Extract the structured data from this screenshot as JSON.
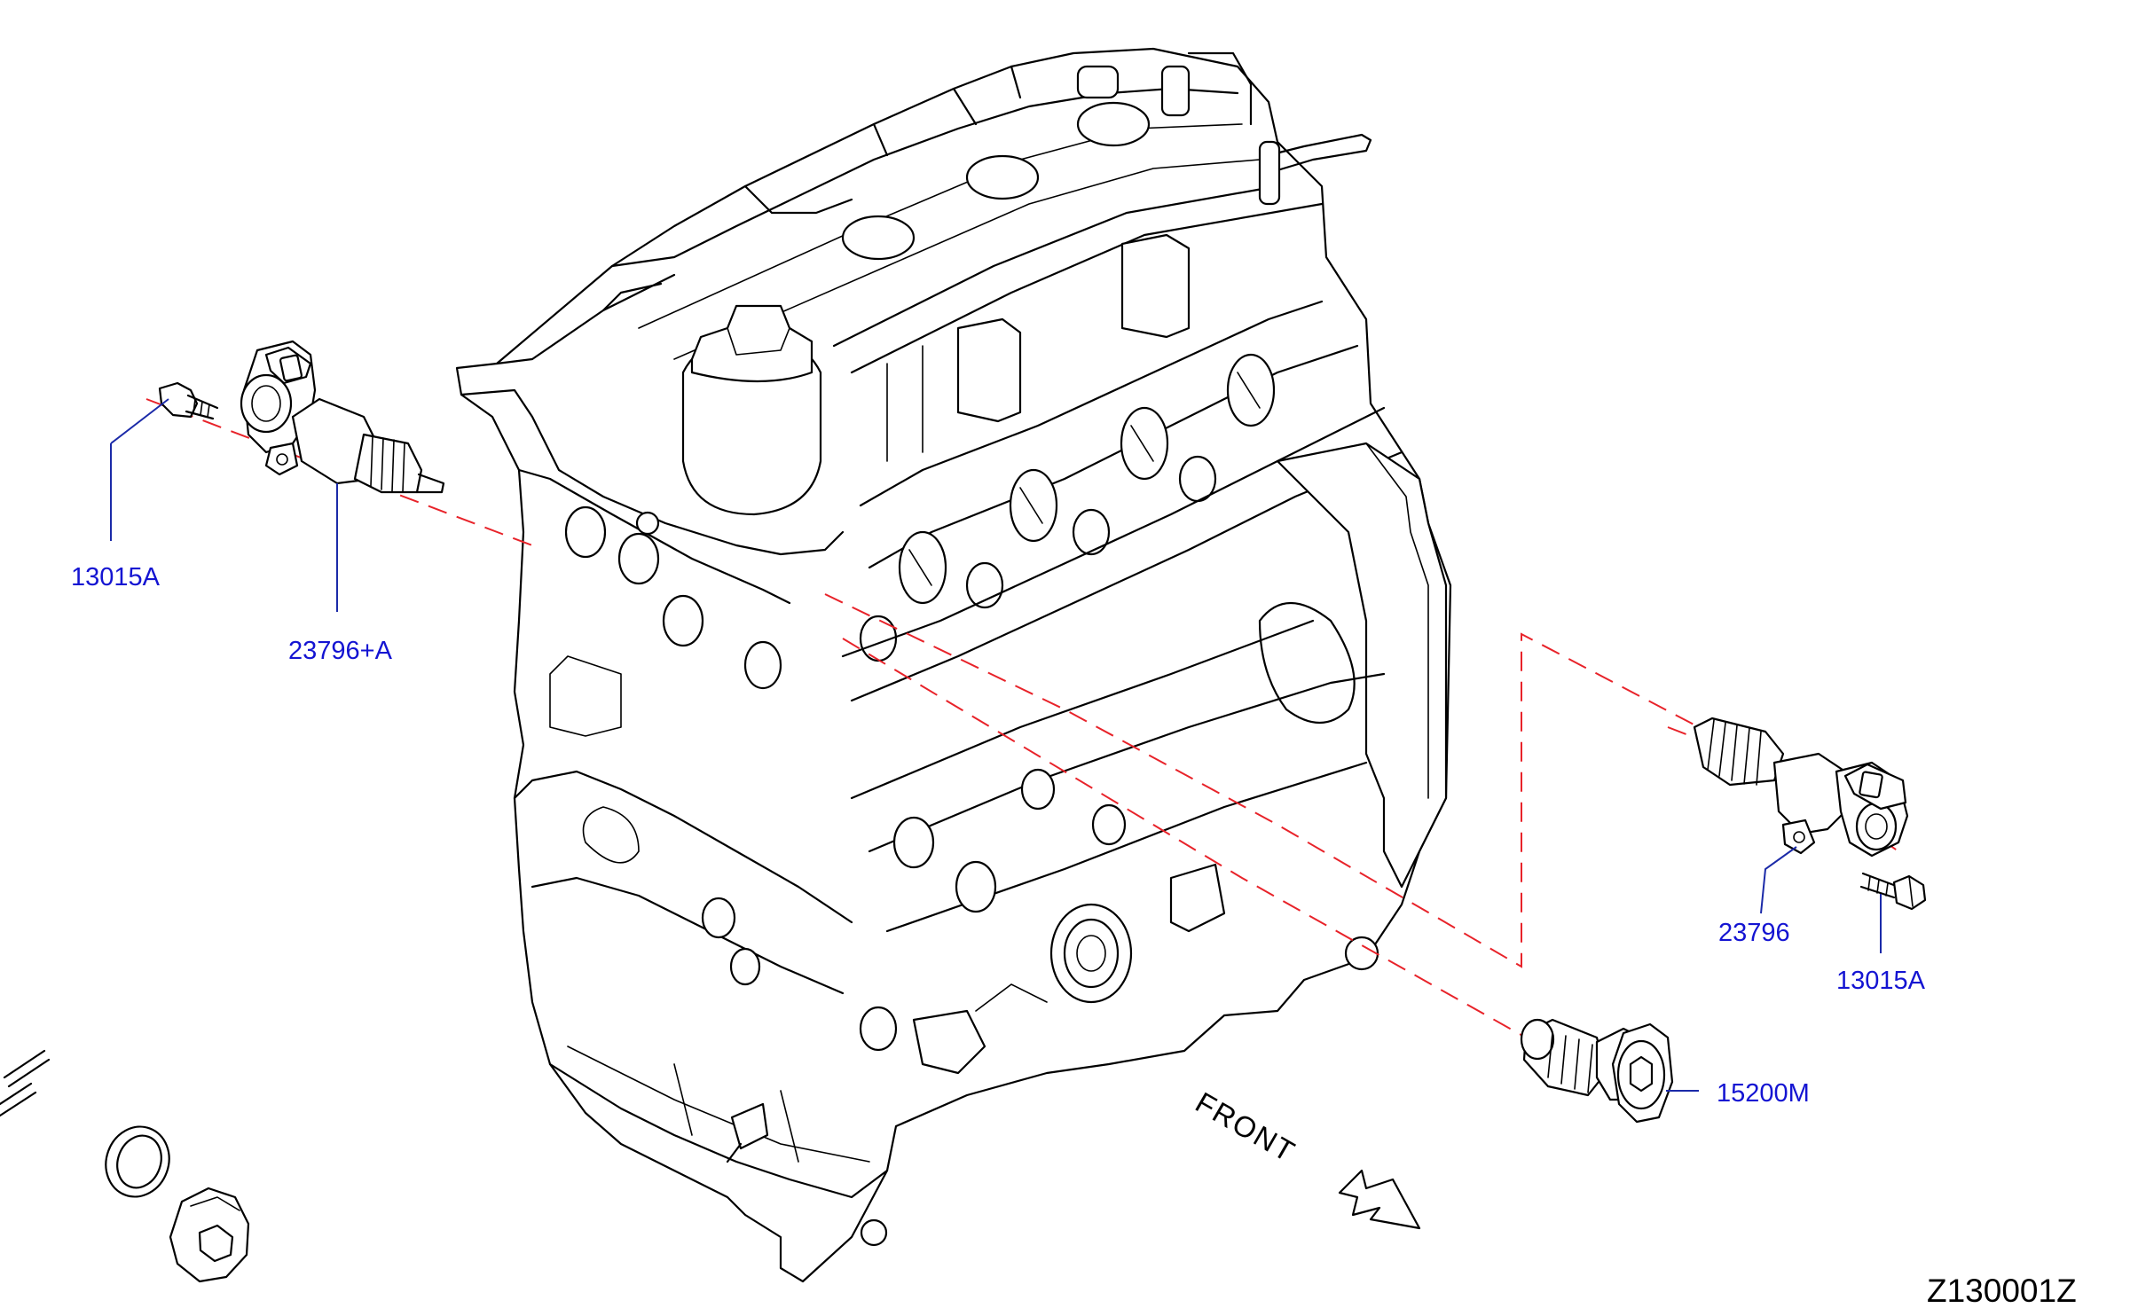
{
  "diagram": {
    "callouts": {
      "bolt_left": "13015A",
      "solenoid_left": "23796+A",
      "solenoid_right": "23796",
      "bolt_right": "13015A",
      "filter": "15200M"
    },
    "front_label": "FRONT",
    "diagram_code": "Z130001Z",
    "colors": {
      "callout_text": "#1414d2",
      "leader_line": "#1b2aa8",
      "dashed_line": "#e8232a",
      "outline": "#000000"
    }
  }
}
